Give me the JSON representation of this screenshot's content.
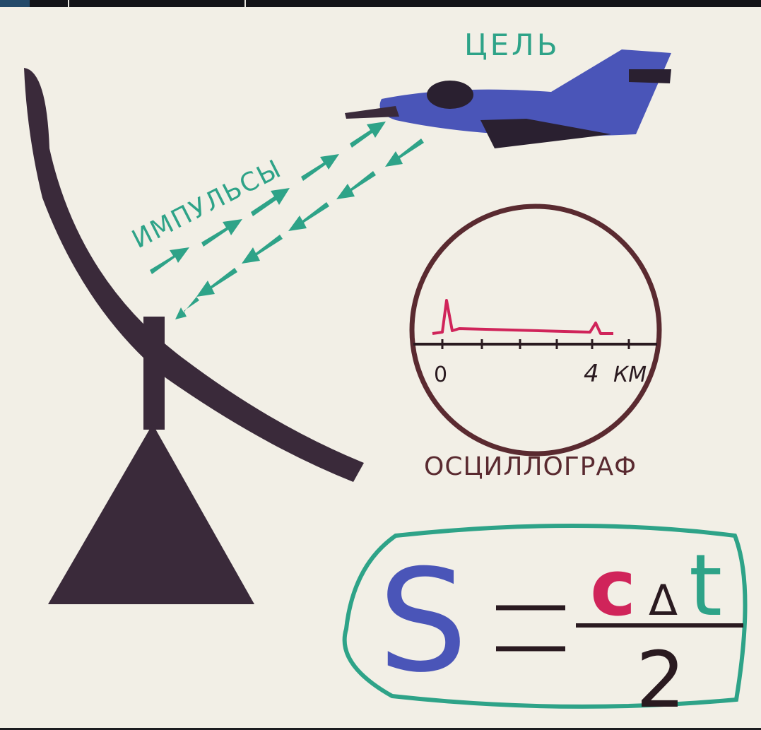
{
  "labels": {
    "target": "ЦЕЛЬ",
    "pulses": "ИМПУЛЬСЫ",
    "oscilloscope": "ОСЦИЛЛОГРАФ",
    "scale_start": "0",
    "scale_end": "4",
    "scale_unit": "КМ"
  },
  "formula": {
    "lhs": "S",
    "equals": "=",
    "numerator_c": "c",
    "numerator_delta": "Δ",
    "numerator_t": "t",
    "denominator": "2"
  },
  "colors": {
    "paper": "#f2efe6",
    "marker_dark": "#3a2a3a",
    "green": "#2ea388",
    "blue": "#4a55b8",
    "crimson": "#d0245a",
    "maroon": "#5a2a30"
  }
}
